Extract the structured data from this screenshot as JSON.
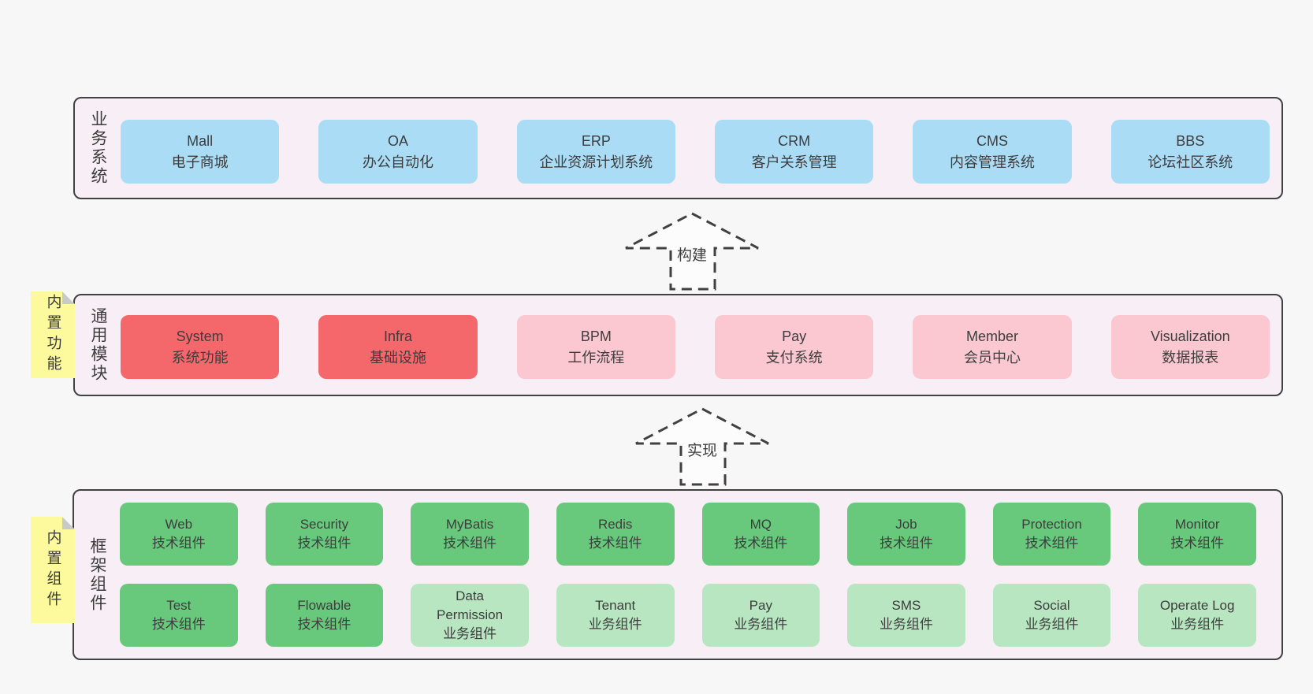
{
  "diagram": {
    "palette": {
      "blue": "#aadcf5",
      "red": "#f4686c",
      "pink": "#fbc8d2",
      "green": "#68c87c",
      "light_green": "#b7e6c1",
      "note_yellow": "#fcfa9d",
      "band_bg": "#f8eef6",
      "border": "#414141",
      "text": "#3d3d3d",
      "page_bg": "#f7f7f7",
      "fold_gray": "#c9c9c9"
    },
    "arrows": [
      {
        "label": "构建"
      },
      {
        "label": "实现"
      }
    ],
    "bands": [
      {
        "label": "业务系统",
        "note": "",
        "rows": [
          [
            {
              "title": "Mall",
              "subtitle": "电子商城",
              "color": "blue"
            },
            {
              "title": "OA",
              "subtitle": "办公自动化",
              "color": "blue"
            },
            {
              "title": "ERP",
              "subtitle": "企业资源计划系统",
              "color": "blue"
            },
            {
              "title": "CRM",
              "subtitle": "客户关系管理",
              "color": "blue"
            },
            {
              "title": "CMS",
              "subtitle": "内容管理系统",
              "color": "blue"
            },
            {
              "title": "BBS",
              "subtitle": "论坛社区系统",
              "color": "blue"
            }
          ]
        ]
      },
      {
        "label": "通用模块",
        "note": "内置功能",
        "rows": [
          [
            {
              "title": "System",
              "subtitle": "系统功能",
              "color": "red"
            },
            {
              "title": "Infra",
              "subtitle": "基础设施",
              "color": "red"
            },
            {
              "title": "BPM",
              "subtitle": "工作流程",
              "color": "pink"
            },
            {
              "title": "Pay",
              "subtitle": "支付系统",
              "color": "pink"
            },
            {
              "title": "Member",
              "subtitle": "会员中心",
              "color": "pink"
            },
            {
              "title": "Visualization",
              "subtitle": "数据报表",
              "color": "pink"
            }
          ]
        ]
      },
      {
        "label": "框架组件",
        "note": "内置组件",
        "rows": [
          [
            {
              "title": "Web",
              "subtitle": "技术组件",
              "color": "green"
            },
            {
              "title": "Security",
              "subtitle": "技术组件",
              "color": "green"
            },
            {
              "title": "MyBatis",
              "subtitle": "技术组件",
              "color": "green"
            },
            {
              "title": "Redis",
              "subtitle": "技术组件",
              "color": "green"
            },
            {
              "title": "MQ",
              "subtitle": "技术组件",
              "color": "green"
            },
            {
              "title": "Job",
              "subtitle": "技术组件",
              "color": "green"
            },
            {
              "title": "Protection",
              "subtitle": "技术组件",
              "color": "green"
            },
            {
              "title": "Monitor",
              "subtitle": "技术组件",
              "color": "green"
            }
          ],
          [
            {
              "title": "Test",
              "subtitle": "技术组件",
              "color": "green"
            },
            {
              "title": "Flowable",
              "subtitle": "技术组件",
              "color": "green"
            },
            {
              "title": "Data Permission",
              "subtitle": "业务组件",
              "color": "light_green"
            },
            {
              "title": "Tenant",
              "subtitle": "业务组件",
              "color": "light_green"
            },
            {
              "title": "Pay",
              "subtitle": "业务组件",
              "color": "light_green"
            },
            {
              "title": "SMS",
              "subtitle": "业务组件",
              "color": "light_green"
            },
            {
              "title": "Social",
              "subtitle": "业务组件",
              "color": "light_green"
            },
            {
              "title": "Operate Log",
              "subtitle": "业务组件",
              "color": "light_green"
            }
          ]
        ]
      }
    ]
  }
}
